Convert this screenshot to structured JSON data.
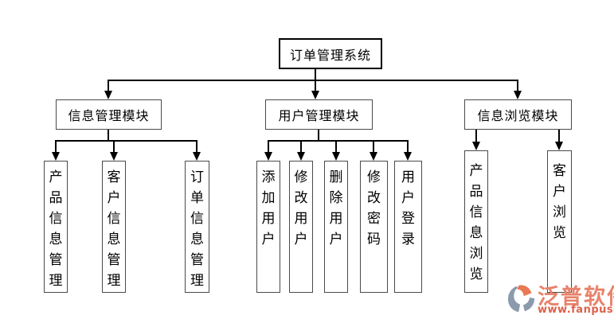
{
  "diagram": {
    "root": {
      "label": "订单管理系统"
    },
    "modules": [
      {
        "label": "信息管理模块",
        "children": [
          {
            "label": "产品信息管理"
          },
          {
            "label": "客户信息管理"
          },
          {
            "label": "订单信息管理"
          }
        ]
      },
      {
        "label": "用户管理模块",
        "children": [
          {
            "label": "添加用户"
          },
          {
            "label": "修改用户"
          },
          {
            "label": "删除用户"
          },
          {
            "label": "修改密码"
          },
          {
            "label": "用户登录"
          }
        ]
      },
      {
        "label": "信息浏览模块",
        "children": [
          {
            "label": "产品信息浏览"
          },
          {
            "label": "客户浏览"
          }
        ]
      }
    ]
  },
  "watermark": {
    "brand": "泛普软件",
    "url": "www.fanpusoft.com",
    "colors": {
      "brand_text": "#E8826B",
      "url_text": "#DE614B",
      "logo_slate": "#8C9AAE",
      "logo_orange": "#E87A54"
    }
  }
}
